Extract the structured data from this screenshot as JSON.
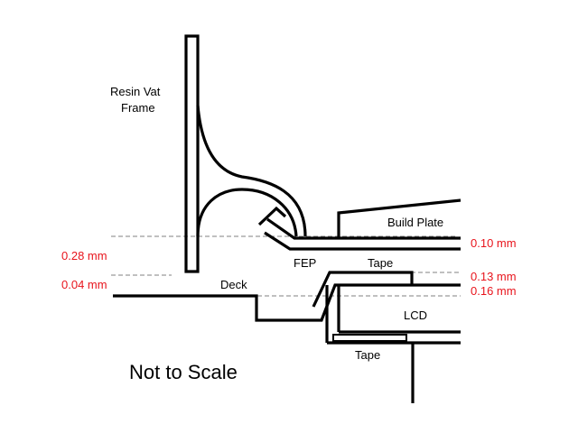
{
  "labels": {
    "resin_vat_frame_line1": "Resin Vat",
    "resin_vat_frame_line2": "Frame",
    "build_plate": "Build Plate",
    "fep": "FEP",
    "tape_top": "Tape",
    "deck": "Deck",
    "lcd": "LCD",
    "tape_bottom": "Tape",
    "note": "Not to Scale"
  },
  "dimensions": {
    "left_upper": "0.28 mm",
    "left_lower": "0.04 mm",
    "right_1": "0.10 mm",
    "right_2": "0.13 mm",
    "right_3": "0.16 mm"
  },
  "colors": {
    "dimension_text": "#e8141c",
    "guide_line": "#808080",
    "outline": "#000000",
    "background": "#ffffff"
  }
}
